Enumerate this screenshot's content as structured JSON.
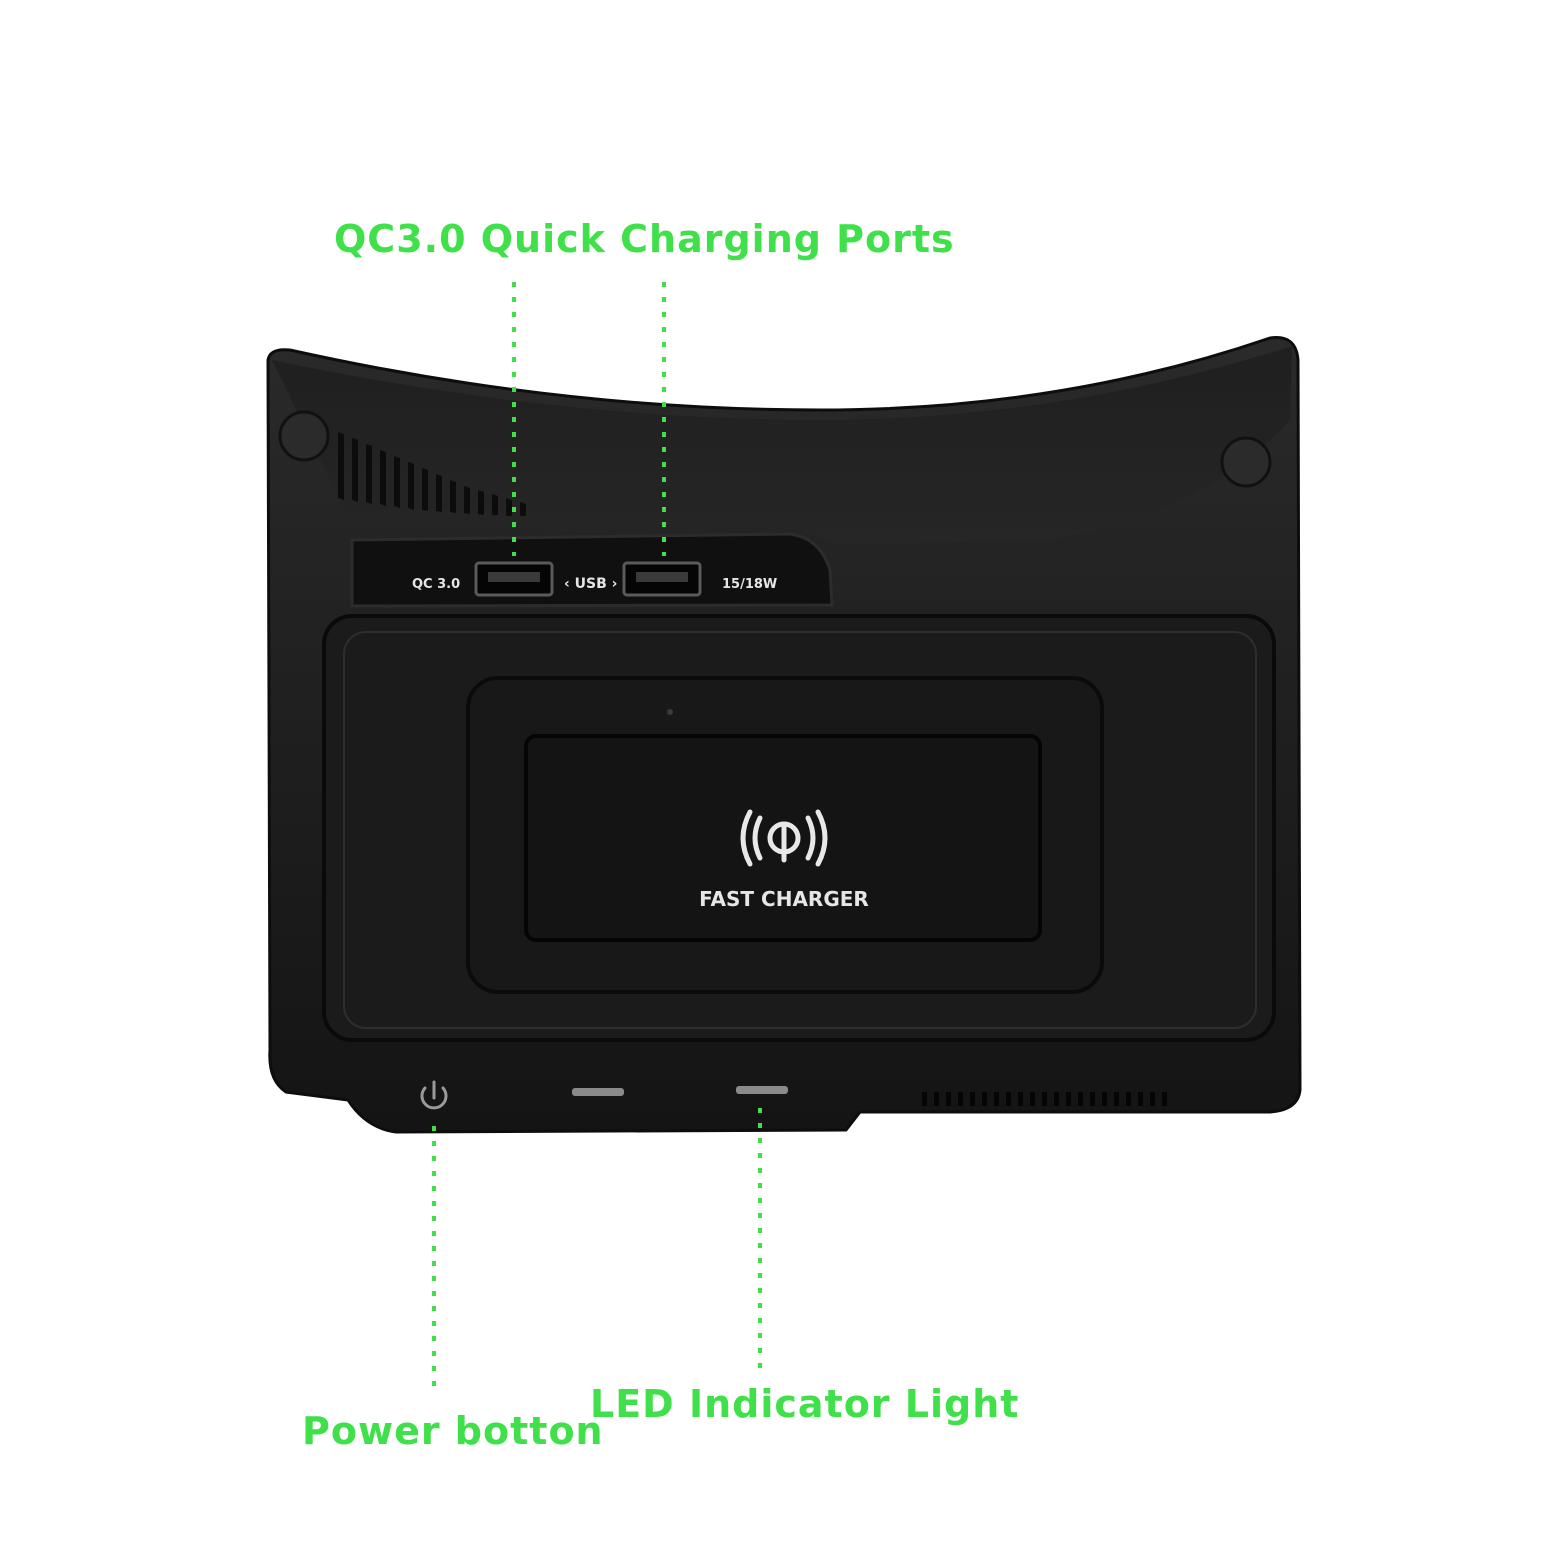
{
  "callouts": {
    "ports": "QC3.0 Quick Charging Ports",
    "power": "Power botton",
    "led": "LED Indicator Light"
  },
  "device": {
    "qc_label": "QC 3.0",
    "usb_label": "‹ USB ›",
    "watt_label": "15/18W",
    "fast_charger_label": "FAST CHARGER"
  },
  "colors": {
    "callout": "#3fe04a",
    "body": "#1c1c1c",
    "pad": "#161616"
  },
  "icons": {
    "wireless": "wireless-charging-icon",
    "power": "power-icon"
  }
}
